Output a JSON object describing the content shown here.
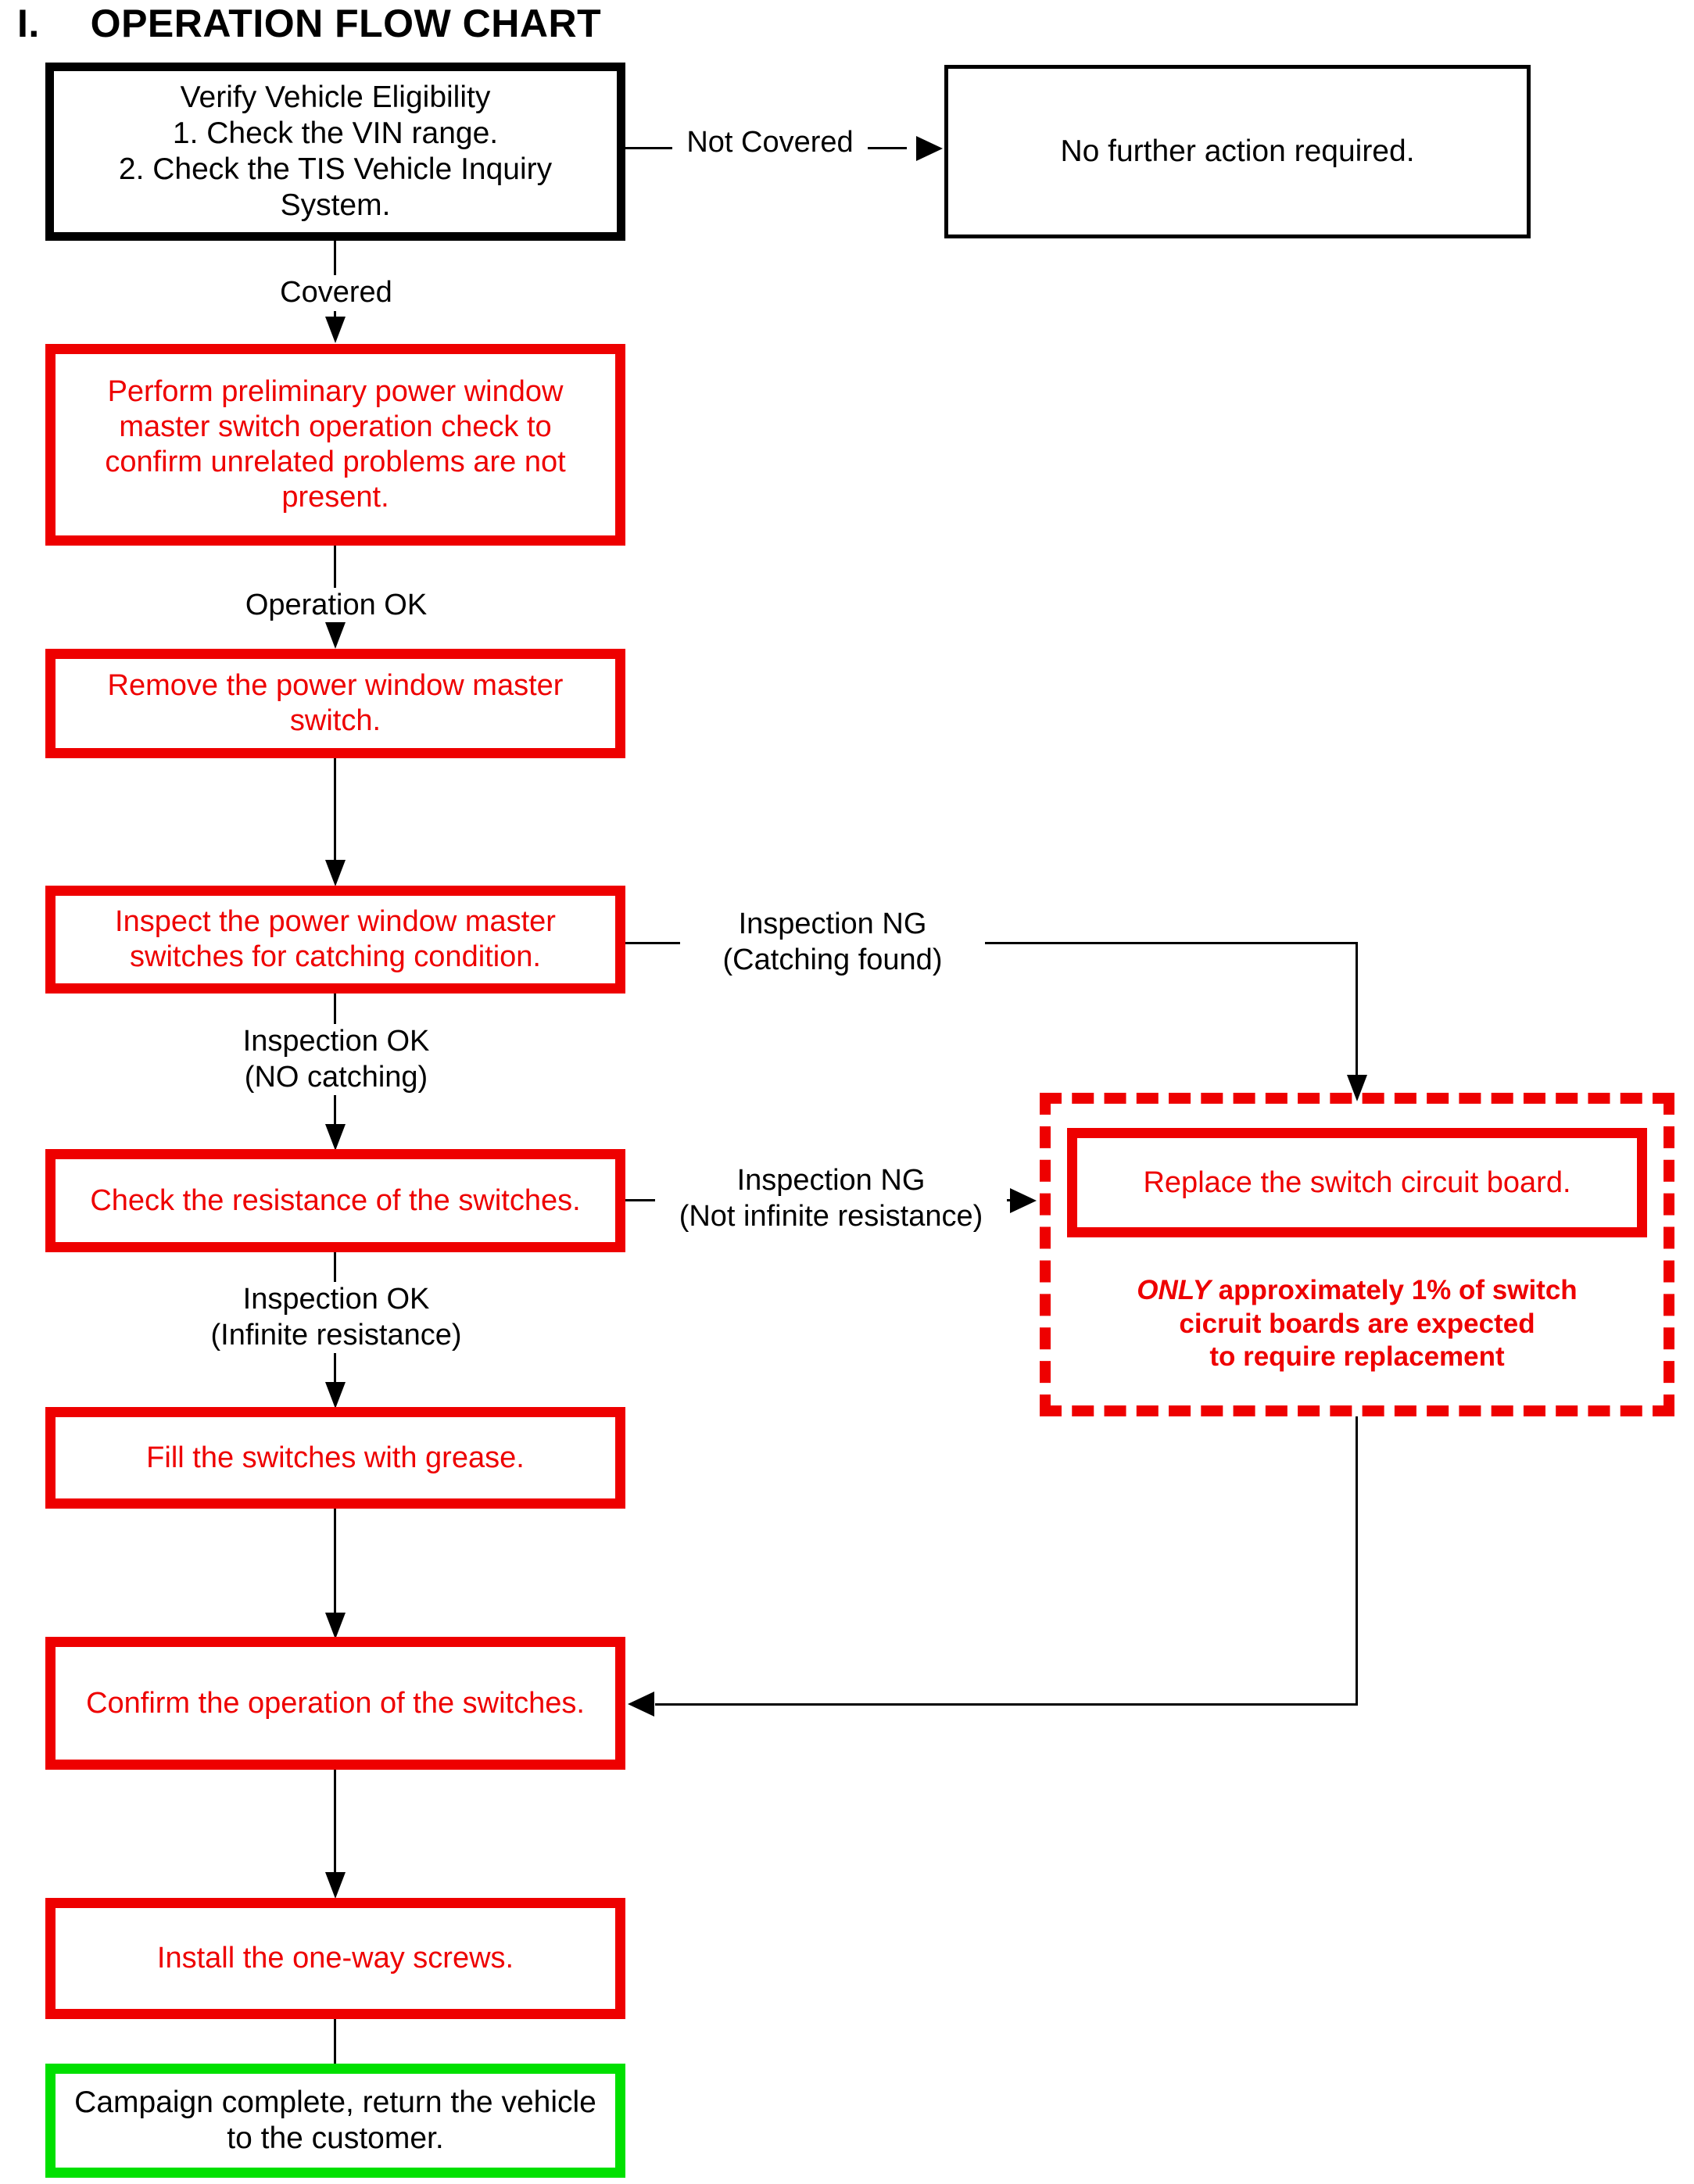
{
  "title": "I.  OPERATION FLOW CHART",
  "colors": {
    "red": "#EE0000",
    "green": "#00E000",
    "black": "#000000",
    "background": "#FFFFFF"
  },
  "nodes": {
    "verify_eligibility": "Verify Vehicle Eligibility\n1. Check the VIN range.\n2. Check the TIS Vehicle Inquiry System.",
    "no_further_action": "No further action required.",
    "preliminary_check": "Perform preliminary power window master switch operation check to confirm unrelated problems are not present.",
    "remove_switch": "Remove the power window master switch.",
    "inspect_catching": "Inspect the power window master switches for catching condition.",
    "check_resistance": "Check the resistance of the switches.",
    "replace_board": "Replace the switch circuit board.",
    "fill_grease": "Fill the switches with grease.",
    "confirm_operation": "Confirm the operation of the switches.",
    "install_screws": "Install the one-way screws.",
    "campaign_complete": "Campaign complete, return the vehicle to the customer."
  },
  "callout": {
    "emphasis": "ONLY",
    "note_rest": " approximately 1% of switch\ncicruit boards are expected\nto require replacement"
  },
  "edge_labels": {
    "not_covered": "Not Covered",
    "covered": "Covered",
    "operation_ok": "Operation OK",
    "inspection_ng_catching": "Inspection NG\n(Catching found)",
    "inspection_ok_no_catching": "Inspection OK\n(NO catching)",
    "inspection_ng_resistance": "Inspection NG\n(Not infinite resistance)",
    "inspection_ok_infinite": "Inspection OK\n(Infinite resistance)"
  },
  "chart_data": {
    "type": "flowchart",
    "title": "I.  OPERATION FLOW CHART",
    "nodes": [
      {
        "id": "verify_eligibility",
        "label": "Verify Vehicle Eligibility 1. Check the VIN range. 2. Check the TIS Vehicle Inquiry System.",
        "style": "black-thick"
      },
      {
        "id": "no_further_action",
        "label": "No further action required.",
        "style": "black-thin"
      },
      {
        "id": "preliminary_check",
        "label": "Perform preliminary power window master switch operation check to confirm unrelated problems are not present.",
        "style": "red"
      },
      {
        "id": "remove_switch",
        "label": "Remove the power window master switch.",
        "style": "red"
      },
      {
        "id": "inspect_catching",
        "label": "Inspect the power window master switches for catching condition.",
        "style": "red"
      },
      {
        "id": "check_resistance",
        "label": "Check the resistance of the switches.",
        "style": "red"
      },
      {
        "id": "replace_board",
        "label": "Replace the switch circuit board.",
        "style": "red"
      },
      {
        "id": "fill_grease",
        "label": "Fill the switches with grease.",
        "style": "red"
      },
      {
        "id": "confirm_operation",
        "label": "Confirm the operation of the switches.",
        "style": "red"
      },
      {
        "id": "install_screws",
        "label": "Install the one-way screws.",
        "style": "red"
      },
      {
        "id": "campaign_complete",
        "label": "Campaign complete, return the vehicle to the customer.",
        "style": "green"
      }
    ],
    "edges": [
      {
        "from": "verify_eligibility",
        "to": "no_further_action",
        "label": "Not Covered"
      },
      {
        "from": "verify_eligibility",
        "to": "preliminary_check",
        "label": "Covered"
      },
      {
        "from": "preliminary_check",
        "to": "remove_switch",
        "label": "Operation OK"
      },
      {
        "from": "remove_switch",
        "to": "inspect_catching",
        "label": ""
      },
      {
        "from": "inspect_catching",
        "to": "replace_board",
        "label": "Inspection NG (Catching found)"
      },
      {
        "from": "inspect_catching",
        "to": "check_resistance",
        "label": "Inspection OK (NO catching)"
      },
      {
        "from": "check_resistance",
        "to": "replace_board",
        "label": "Inspection NG (Not infinite resistance)"
      },
      {
        "from": "check_resistance",
        "to": "fill_grease",
        "label": "Inspection OK (Infinite resistance)"
      },
      {
        "from": "fill_grease",
        "to": "confirm_operation",
        "label": ""
      },
      {
        "from": "replace_board",
        "to": "confirm_operation",
        "label": ""
      },
      {
        "from": "confirm_operation",
        "to": "install_screws",
        "label": ""
      },
      {
        "from": "install_screws",
        "to": "campaign_complete",
        "label": ""
      }
    ],
    "annotations": [
      "ONLY approximately 1% of switch cicruit boards are expected to require replacement"
    ]
  }
}
